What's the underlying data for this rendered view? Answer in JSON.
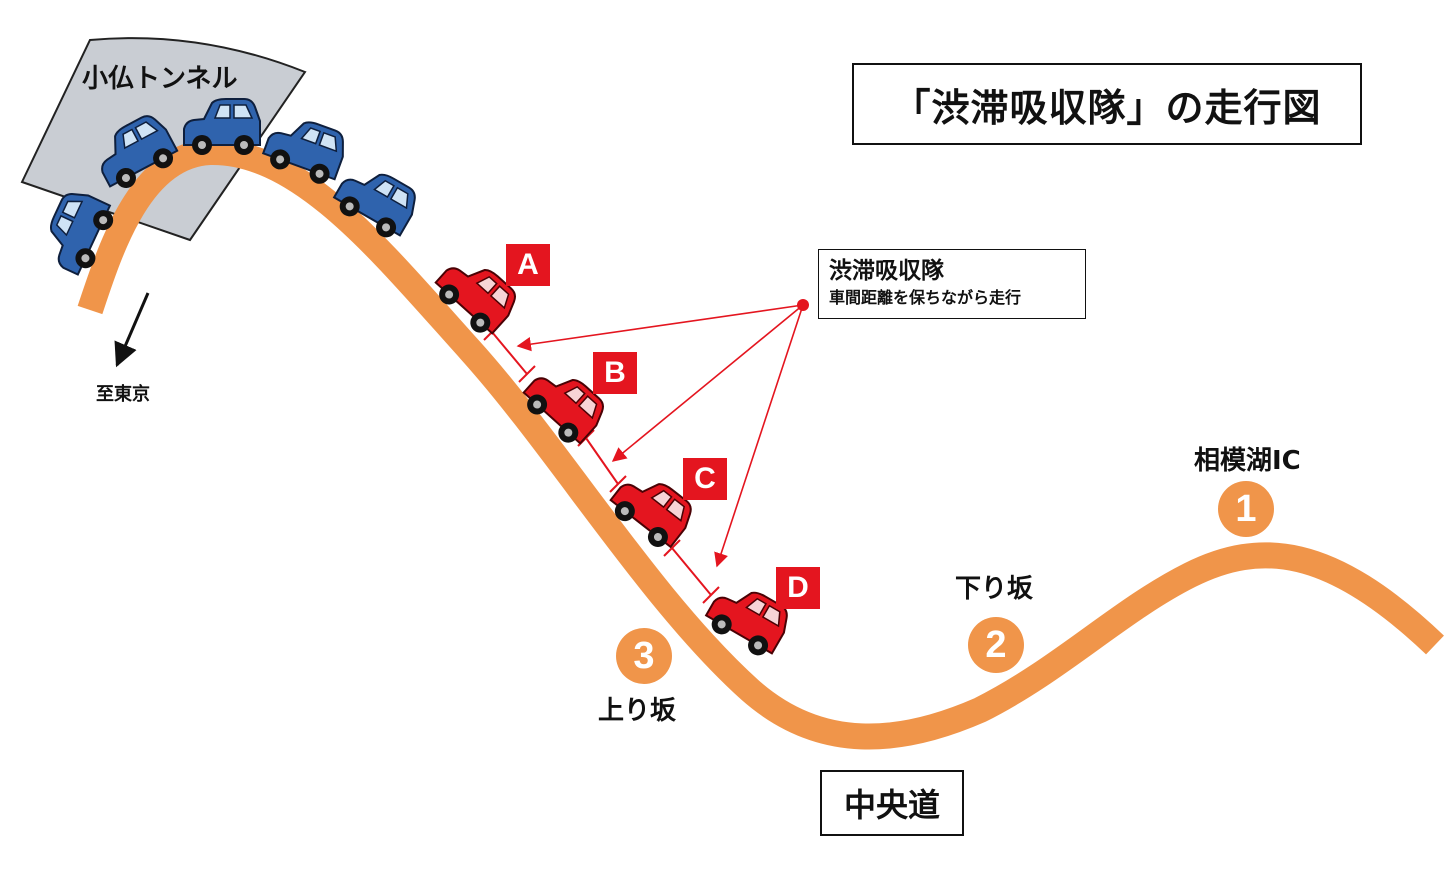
{
  "title": "「渋滞吸収隊」の走行図",
  "tunnel_label": "小仏トンネル",
  "direction_label": "至東京",
  "legend": {
    "title": "渋滞吸収隊",
    "subtitle": "車間距離を保ちながら走行"
  },
  "road_name": "中央道",
  "ic_label": "相模湖IC",
  "downhill_label": "下り坂",
  "uphill_label": "上り坂",
  "markers": [
    {
      "id": "1"
    },
    {
      "id": "2"
    },
    {
      "id": "3"
    }
  ],
  "squad_cars": [
    "A",
    "B",
    "C",
    "D"
  ],
  "colors": {
    "road": "#f0954a",
    "squad_car": "#e4151f",
    "traffic_car": "#2f63ad",
    "tunnel": "#c9cdd3",
    "arrow": "#e4151f"
  }
}
